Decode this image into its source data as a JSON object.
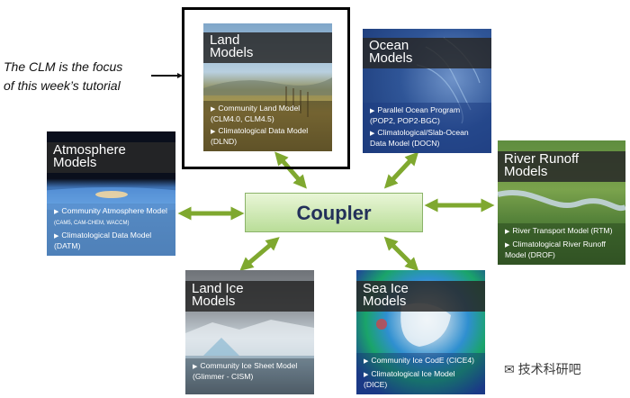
{
  "caption": {
    "line1": "The CLM is the focus",
    "line2": "of this week’s tutorial"
  },
  "coupler": {
    "label": "Coupler"
  },
  "cards": {
    "land": {
      "title1": "Land",
      "title2": "Models",
      "item1": "Community Land Model (CLM4.0, CLM4.5)",
      "item2": "Climatological Data Model (DLND)"
    },
    "ocean": {
      "title1": "Ocean",
      "title2": "Models",
      "item1": "Parallel Ocean Program (POP2, POP2-BGC)",
      "item2": "Climatological/Slab-Ocean Data Model (DOCN)"
    },
    "atm": {
      "title1": "Atmosphere",
      "title2": "Models",
      "item1": "Community Atmosphere Model",
      "item1_sub": "(CAM5, CAM-CHEM, WACCM)",
      "item2": "Climatological Data Model (DATM)"
    },
    "river": {
      "title1": "River Runoff",
      "title2": "Models",
      "item1": "River Transport Model (RTM)",
      "item2": "Climatological River Runoff Model (DROF)"
    },
    "landice": {
      "title1": "Land Ice",
      "title2": "Models",
      "item1": "Community Ice Sheet Model (Glimmer - CISM)"
    },
    "seaice": {
      "title1": "Sea Ice",
      "title2": "Models",
      "item1": "Community Ice CodE (CICE4)",
      "item2": "Climatological Ice Model (DICE)"
    }
  },
  "watermark": {
    "text": "技术科研吧"
  },
  "colors": {
    "arrow": "#7fa82f",
    "coupler_border": "#8bb36a",
    "coupler_text": "#23305a"
  }
}
